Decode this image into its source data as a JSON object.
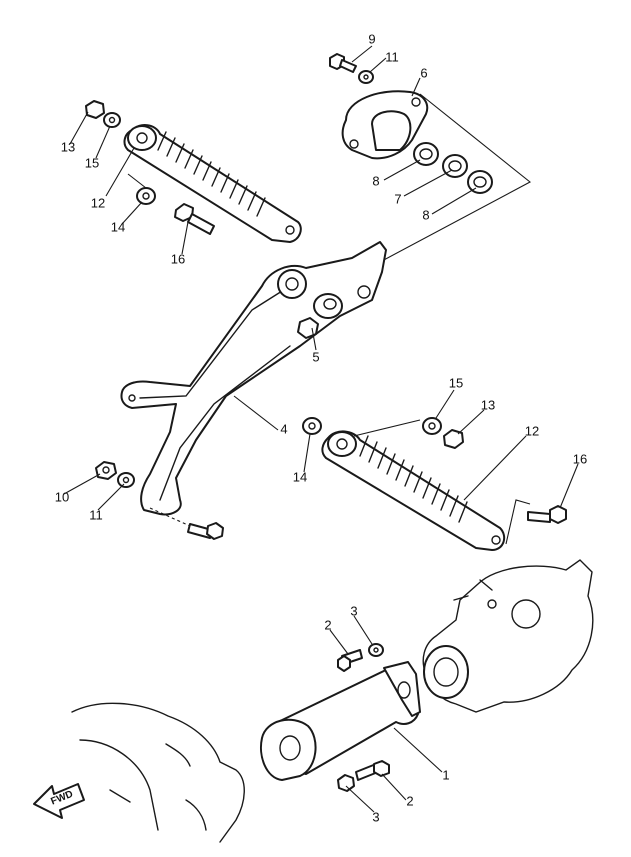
{
  "callouts": {
    "c1": "1",
    "c2a": "2",
    "c2b": "2",
    "c3a": "3",
    "c3b": "3",
    "c4": "4",
    "c5": "5",
    "c6": "6",
    "c7": "7",
    "c8a": "8",
    "c8b": "8",
    "c9": "9",
    "c10": "10",
    "c11a": "11",
    "c11b": "11",
    "c12a": "12",
    "c12b": "12",
    "c13a": "13",
    "c13b": "13",
    "c14a": "14",
    "c14b": "14",
    "c15a": "15",
    "c15b": "15",
    "c16a": "16",
    "c16b": "16"
  },
  "fwd_label": "FWD"
}
